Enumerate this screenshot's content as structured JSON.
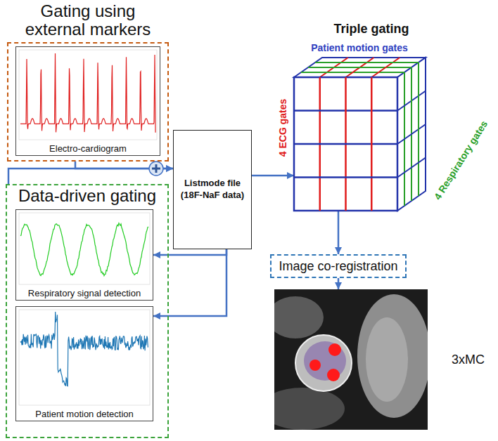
{
  "diagram": {
    "nodes": [
      {
        "text": [
          "Gating using external markers"
        ]
      },
      {
        "text": [
          "Electro-cardiogram"
        ],
        "in": 0
      },
      {
        "text": [
          "Data-driven gating"
        ]
      },
      {
        "text": [
          "Respiratory signal detection"
        ],
        "in": 2
      },
      {
        "text": [
          "Patient motion detection"
        ],
        "in": 2
      },
      {
        "text": [
          "Listmode file (18F-NaF data)"
        ]
      },
      {
        "text": [
          "Triple gating"
        ]
      },
      {
        "text": [
          "Image co-registration"
        ]
      },
      {
        "text": [
          "3xMC"
        ]
      }
    ],
    "edges": [
      {
        "from": 0,
        "to": 5,
        "arrow": "to"
      },
      {
        "from": 2,
        "to": 5,
        "arrow": "to"
      },
      {
        "from": 5,
        "to": 3,
        "arrow": "to"
      },
      {
        "from": 5,
        "to": 4,
        "arrow": "to"
      },
      {
        "from": 5,
        "to": 6,
        "arrow": "to"
      },
      {
        "from": 6,
        "to": 7,
        "arrow": "to"
      },
      {
        "from": 7,
        "to": 8,
        "arrow": "to"
      }
    ],
    "labels": [
      "Patient motion gates",
      "4 ECG gates",
      "4 Respiratory gates"
    ]
  }
}
